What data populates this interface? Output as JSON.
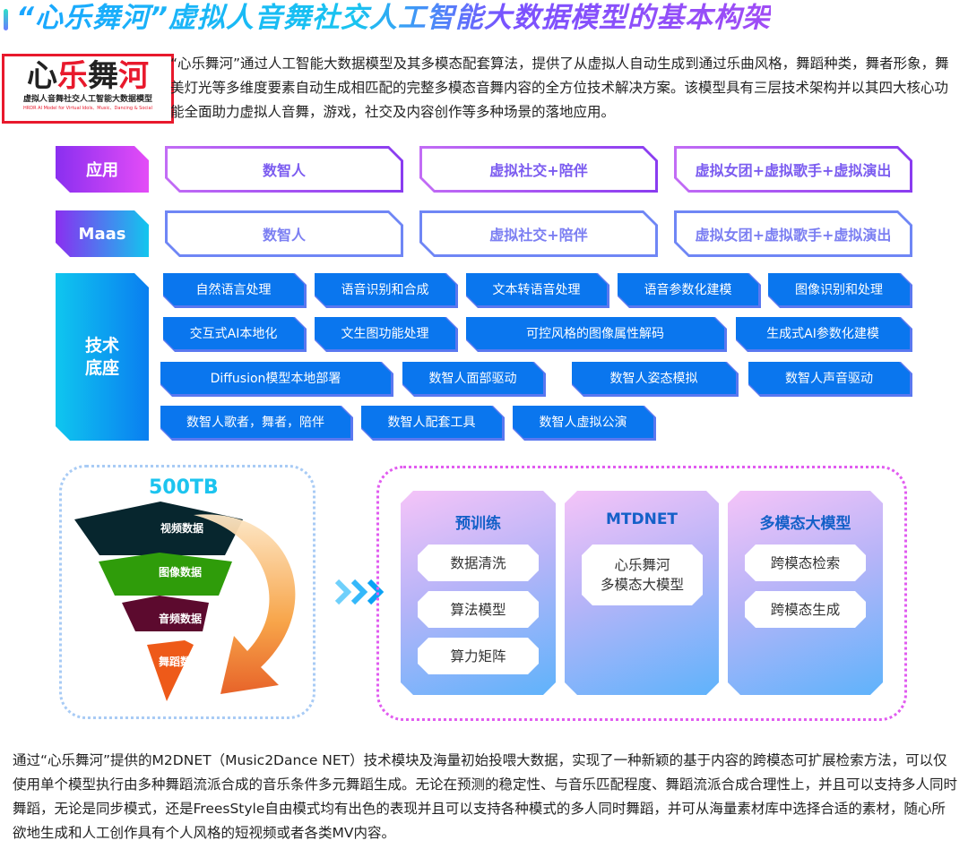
{
  "title": "“心乐舞河”虚拟人音舞社交人工智能大数据模型的基本构架",
  "logo": {
    "text_a": "心",
    "text_b": "乐",
    "text_c": "舞",
    "text_d": "河",
    "subtitle_cn": "虚拟人音舞社交人工智能大数据模型",
    "subtitle_en": "HRDR AI Model for Virtual Idols、Music、Dancing & Social"
  },
  "intro": "“心乐舞河”通过人工智能大数据模型及其多模态配套算法，提供了从虚拟人自动生成到通过乐曲风格，舞蹈种类，舞者形象，舞美灯光等多维度要素自动生成相匹配的完整多模态音舞内容的全方位技术解决方案。该模型具有三层技术架构并以其四大核心功能全面助力虚拟人音舞，游戏，社交及内容创作等多种场景的落地应用。",
  "layers": {
    "app": {
      "label": "应用",
      "items": [
        "数智人",
        "虚拟社交+陪伴",
        "虚拟女团+虚拟歌手+虚拟演出"
      ]
    },
    "maas": {
      "label": "Maas",
      "items": [
        "数智人",
        "虚拟社交+陪伴",
        "虚拟女团+虚拟歌手+虚拟演出"
      ]
    },
    "tech": {
      "label_line1": "技术",
      "label_line2": "底座",
      "rows": [
        [
          "自然语言处理",
          "语音识别和合成",
          "文本转语音处理",
          "语音参数化建模",
          "图像识别和处理"
        ],
        [
          "交互式AI本地化",
          "文生图功能处理",
          "可控风格的图像属性解码",
          "生成式AI参数化建模"
        ],
        [
          "Diffusion模型本地部署",
          "数智人面部驱动",
          "数智人姿态模拟",
          "数智人声音驱动"
        ],
        [
          "数智人歌者，舞者，陪伴",
          "数智人配套工具",
          "数智人虚拟公演"
        ]
      ]
    }
  },
  "data_funnel": {
    "total": "500TB",
    "layers": [
      "视频数据",
      "图像数据",
      "音频数据",
      "舞蹈数据"
    ]
  },
  "panels": [
    {
      "title": "预训练",
      "items": [
        "数据清洗",
        "算法模型",
        "算力矩阵"
      ]
    },
    {
      "title": "MTDNET",
      "items": [
        "心乐舞河",
        "多模态大模型"
      ]
    },
    {
      "title": "多模态大模型",
      "items": [
        "跨模态检索",
        "跨模态生成"
      ]
    }
  ],
  "bottom": "通过“心乐舞河”提供的M2DNET（Music2Dance NET）技术模块及海量初始投喂大数据，实现了一种新颖的基于内容的跨模态可扩展检索方法，可以仅使用单个模型执行由多种舞蹈流派合成的音乐条件多元舞蹈生成。无论在预测的稳定性、与音乐匹配程度、舞蹈流派合成合理性上，并且可以支持多人同时舞蹈，无论是同步模式，还是FreesStyle自由模式均有出色的表现并且可以支持各种模式的多人同时舞蹈，并可从海量素材库中选择合适的素材，随心所欲地生成和人工创作具有个人风格的短视频或者各类MV内容。"
}
